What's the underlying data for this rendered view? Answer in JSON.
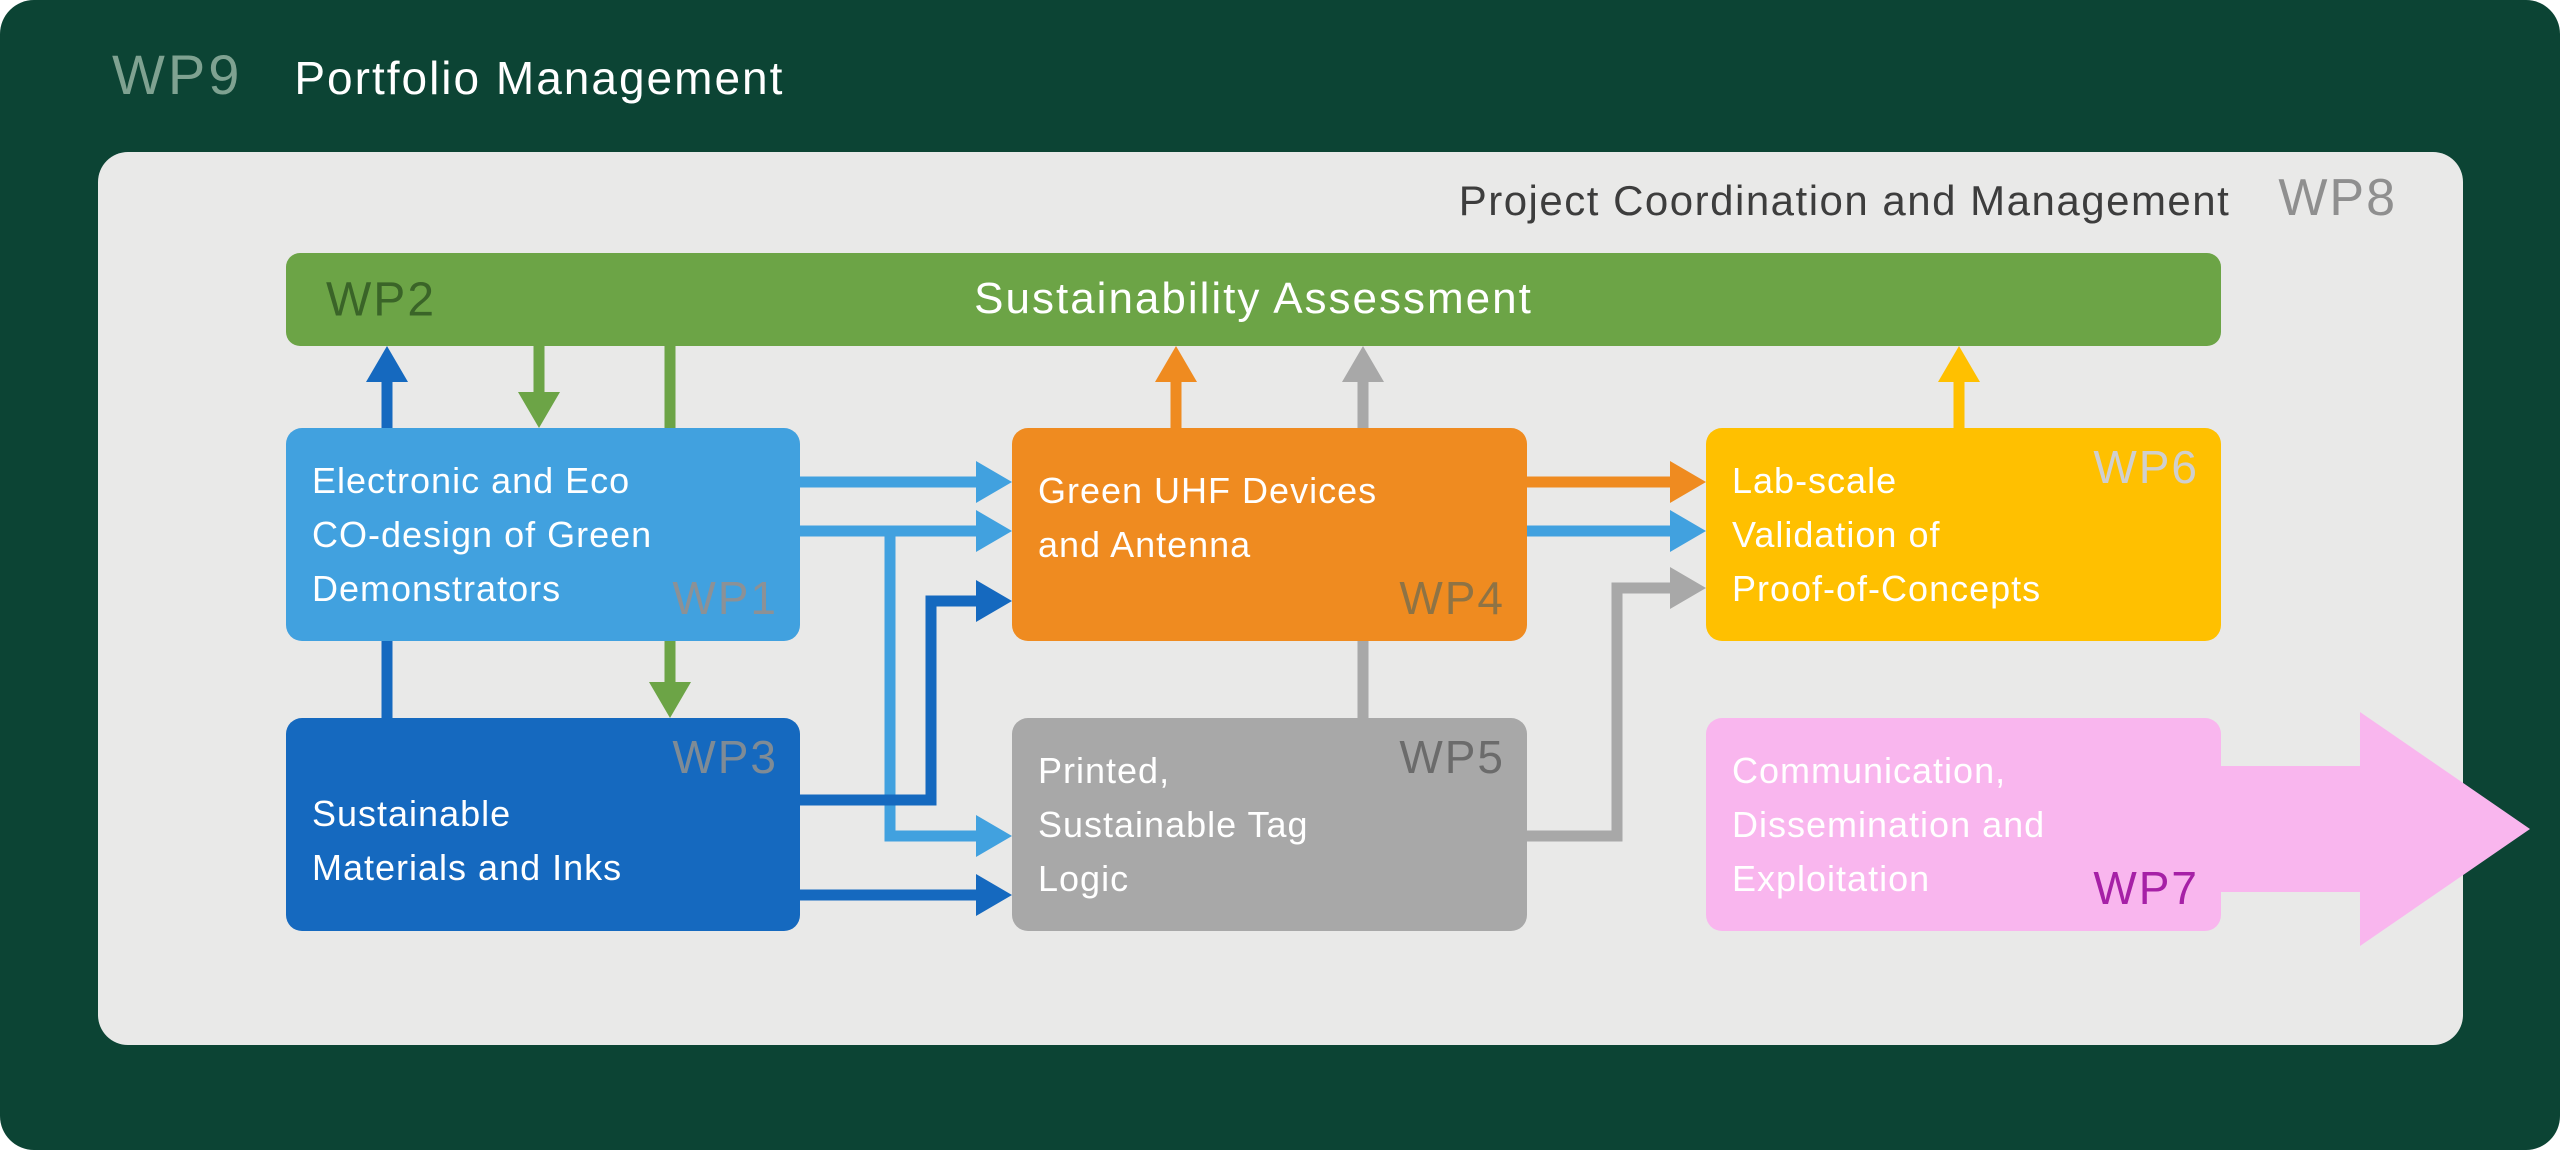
{
  "palette": {
    "background": "#0C4434",
    "panel": "#E9E9E8",
    "wp1_blue": "#41A1DF",
    "wp2_green": "#6CA446",
    "wp2_label_green": "#3A6428",
    "wp3_blue": "#1569BF",
    "wp4_orange": "#EF8B20",
    "wp5_gray": "#A8A8A8",
    "wp6_yellow": "#FFC000",
    "wp7_pink": "#F9B6EE",
    "wp7_label_magenta": "#A620A6",
    "wp9_label_sage": "#7FA291"
  },
  "header": {
    "wp9_label": "WP9",
    "title": "Portfolio Management",
    "coordination_title": "Project Coordination and Management",
    "wp8_label": "WP8"
  },
  "wp2": {
    "label": "WP2",
    "title": "Sustainability Assessment"
  },
  "boxes": {
    "wp1": {
      "label": "WP1",
      "title": "Electronic and Eco CO-design of Green Demonstrators",
      "lines": [
        "Electronic and Eco",
        "CO-design of Green",
        "Demonstrators"
      ]
    },
    "wp3": {
      "label": "WP3",
      "title": "Sustainable Materials and Inks",
      "lines": [
        "Sustainable",
        "Materials and Inks"
      ]
    },
    "wp4": {
      "label": "WP4",
      "title": "Green UHF Devices and Antenna",
      "lines": [
        "Green UHF Devices",
        "and Antenna"
      ]
    },
    "wp5": {
      "label": "WP5",
      "title": "Printed, Sustainable Tag Logic",
      "lines": [
        "Printed,",
        "Sustainable Tag",
        "Logic"
      ]
    },
    "wp6": {
      "label": "WP6",
      "title": "Lab-scale Validation of Proof-of-Concepts",
      "lines": [
        "Lab-scale",
        "Validation of",
        "Proof-of-Concepts"
      ]
    },
    "wp7": {
      "label": "WP7",
      "title": "Communication, Dissemination and Exploitation",
      "lines": [
        "Communication,",
        "Dissemination and",
        "Exploitation"
      ]
    }
  },
  "connections": [
    {
      "from": "WP1",
      "to": "WP2",
      "color": "#1569BF"
    },
    {
      "from": "WP3",
      "to": "WP2",
      "color": "#1569BF"
    },
    {
      "from": "WP2",
      "to": "WP1",
      "color": "#6CA446"
    },
    {
      "from": "WP2",
      "to": "WP3",
      "color": "#6CA446"
    },
    {
      "from": "WP4",
      "to": "WP2",
      "color": "#EF8B20"
    },
    {
      "from": "WP5",
      "to": "WP2",
      "color": "#A8A8A8"
    },
    {
      "from": "WP6",
      "to": "WP2",
      "color": "#FFC000"
    },
    {
      "from": "WP1",
      "to": "WP4",
      "color": "#41A1DF"
    },
    {
      "from": "WP1",
      "to": "WP5",
      "color": "#41A1DF"
    },
    {
      "from": "WP1",
      "to": "WP6",
      "color": "#41A1DF"
    },
    {
      "from": "WP3",
      "to": "WP4",
      "color": "#1569BF"
    },
    {
      "from": "WP3",
      "to": "WP5",
      "color": "#1569BF"
    },
    {
      "from": "WP4",
      "to": "WP6",
      "color": "#EF8B20"
    },
    {
      "from": "WP5",
      "to": "WP6",
      "color": "#A8A8A8"
    },
    {
      "from": "WP7",
      "to": "external-output",
      "color": "#F9B6EE"
    }
  ]
}
